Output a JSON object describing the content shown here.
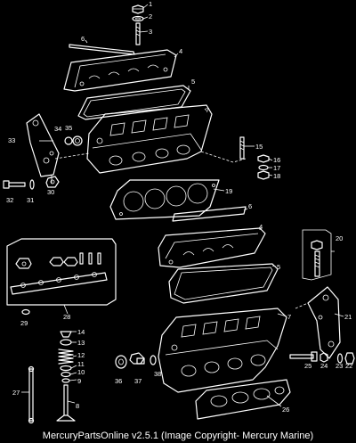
{
  "caption": "MercuryPartsOnline v2.5.1 (Image Copyright- Mercury Marine)",
  "callouts": [
    "1",
    "2",
    "3",
    "4",
    "5",
    "6",
    "7",
    "8",
    "9",
    "10",
    "11",
    "12",
    "13",
    "14",
    "15",
    "16",
    "17",
    "18",
    "19",
    "20",
    "21",
    "22",
    "23",
    "24",
    "25",
    "26",
    "27",
    "28",
    "29",
    "30",
    "31",
    "32",
    "33",
    "34",
    "35",
    "36",
    "37",
    "38",
    "4",
    "5",
    "6",
    "7"
  ],
  "colors": {
    "background": "#000000",
    "line_art": "#ffffff"
  }
}
